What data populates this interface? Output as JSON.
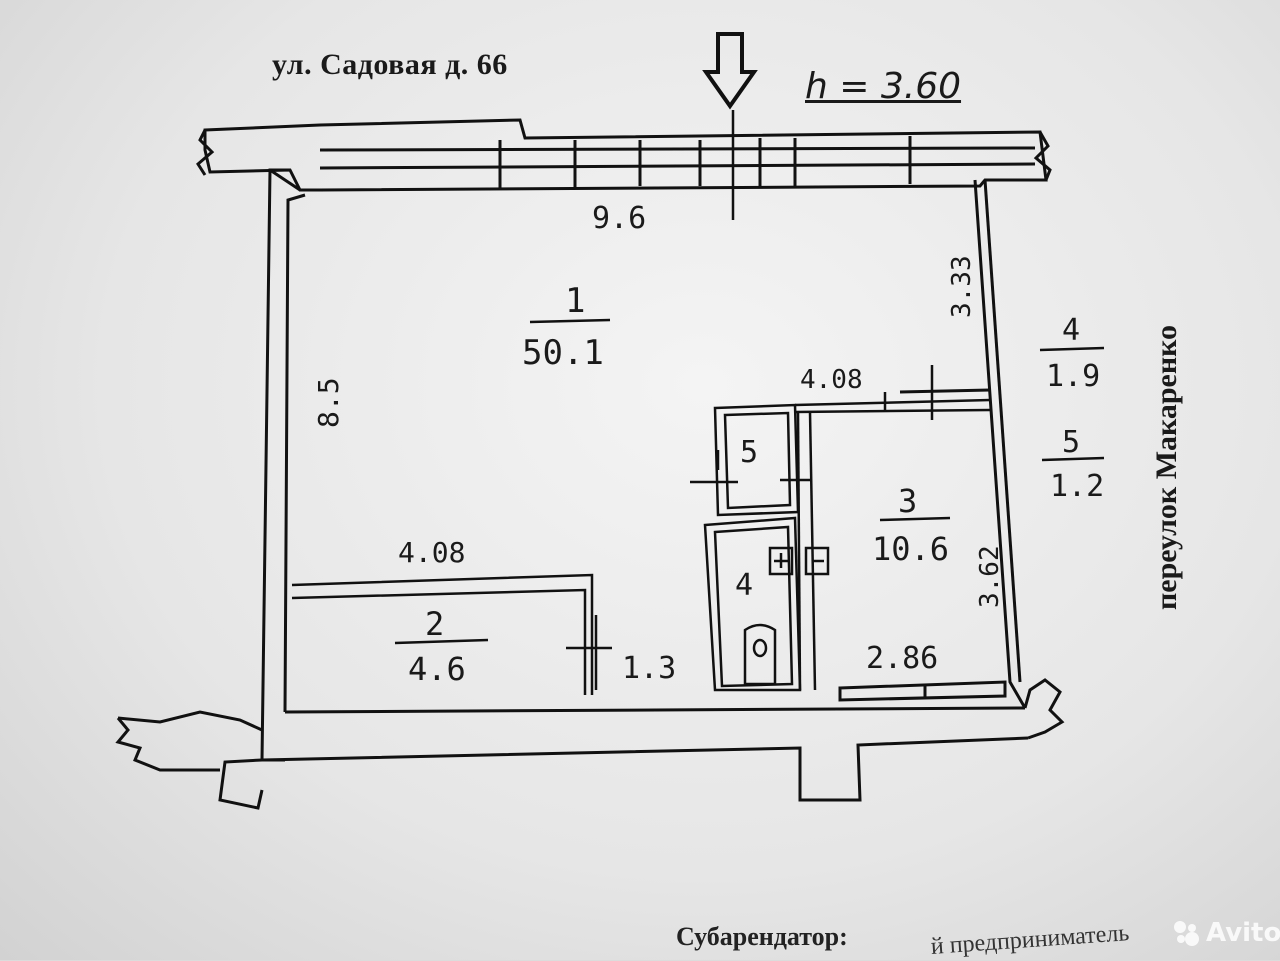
{
  "header": {
    "street_address": "ул. Садовая  д. 66",
    "ceiling_height": "h = 3.60"
  },
  "side_label": "переулок Макаренко",
  "rooms": [
    {
      "number": "1",
      "area": "50.1"
    },
    {
      "number": "2",
      "area": "4.6"
    },
    {
      "number": "3",
      "area": "10.6"
    },
    {
      "number": "4",
      "area": "1.9"
    },
    {
      "number": "5",
      "area": "1.2"
    }
  ],
  "dimensions": {
    "top_width": "9.6",
    "left_height": "8.5",
    "right_upper": "3.33",
    "right_lower": "3.62",
    "partition_upper": "4.08",
    "partition_lower": "4.08",
    "room2_side": "1.3",
    "room3_bottom": "2.86"
  },
  "room_labels_inside": {
    "room5": "5",
    "room4": "4"
  },
  "footer": {
    "subtenant_label": "Субарендатор:",
    "subtenant_text": "й предприниматель"
  },
  "watermark": "Avito"
}
